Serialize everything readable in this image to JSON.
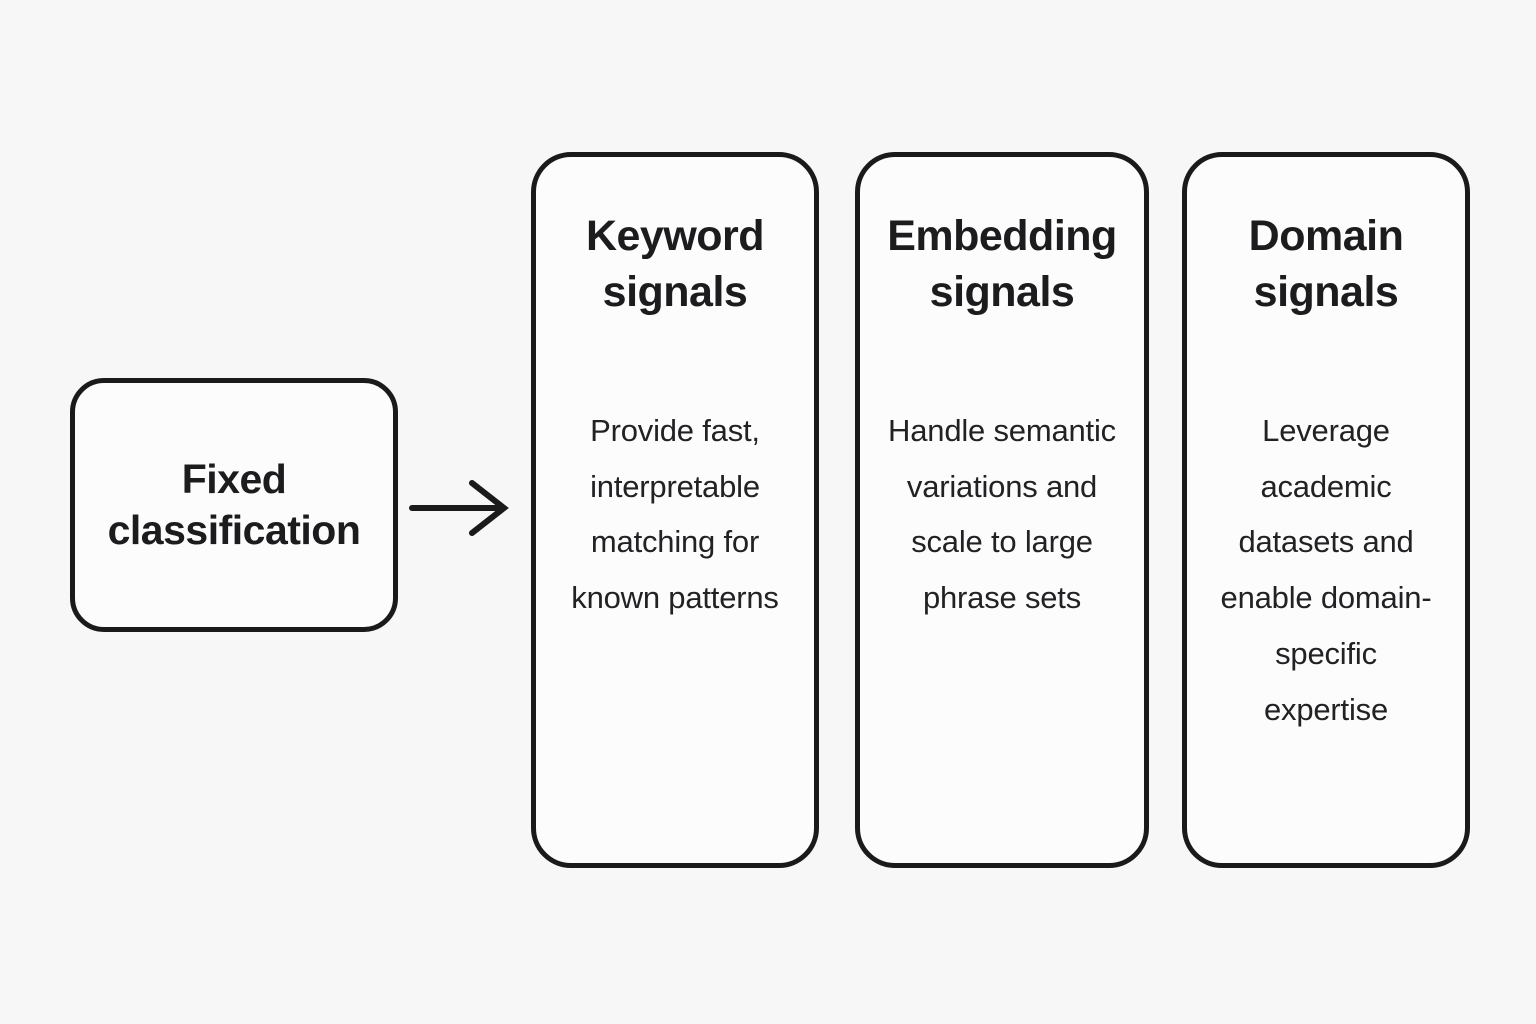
{
  "diagram": {
    "background_color": "#f7f7f8",
    "box_fill_color": "#fcfcfc",
    "border_color": "#1a1a1a",
    "text_color": "#1c1c1e",
    "source": {
      "label": "Fixed classification"
    },
    "arrow": {
      "direction": "right"
    },
    "columns": [
      {
        "title": "Keyword signals",
        "description": "Provide fast, interpretable matching for known patterns"
      },
      {
        "title": "Embedding signals",
        "description": "Handle semantic variations and scale to large phrase sets"
      },
      {
        "title": "Domain signals",
        "description": "Leverage academic datasets and enable domain-specific expertise"
      }
    ]
  }
}
